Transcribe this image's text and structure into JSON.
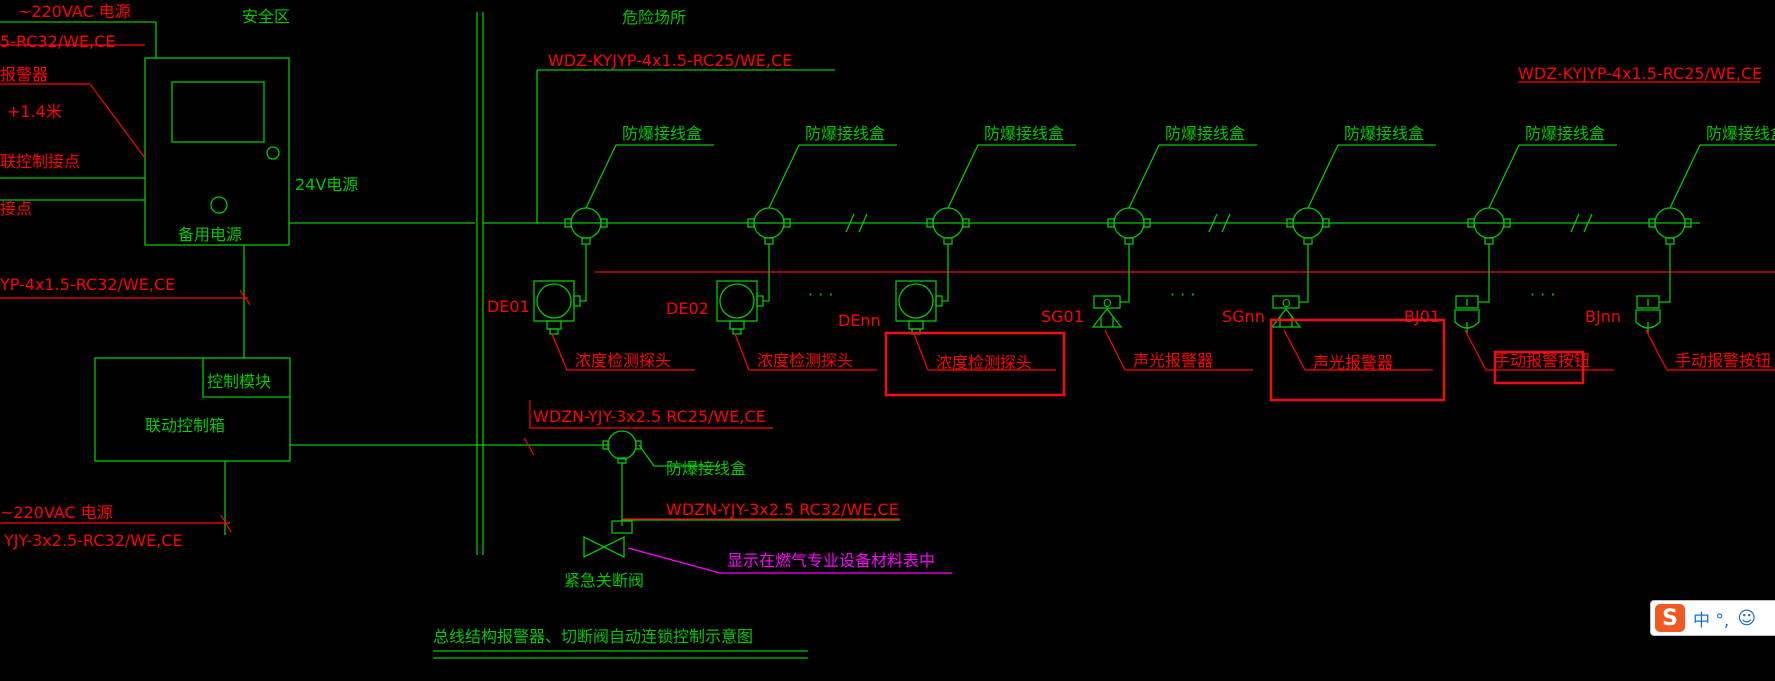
{
  "colors": {
    "line": "#00c800",
    "red": "#ff0000",
    "magenta": "#ff00ff",
    "highlight": "#e81010",
    "ime_orange": "#f05a22"
  },
  "left": {
    "power_ac": "~220VAC 电源",
    "cable1": "5-RC32/WE,CE",
    "alarm": "报警器",
    "height": "+1.4米",
    "control_point": "联控制接点",
    "point": "接点",
    "cable2": "YP-4x1.5-RC32/WE,CE",
    "power_ac2": "~220VAC 电源",
    "cable3": "YJY-3x2.5-RC32/WE,CE"
  },
  "panel": {
    "zone": "安全区",
    "backup_power": "备用电源",
    "dc24": "24V电源",
    "module": "控制模块",
    "linkage_box": "联动控制箱"
  },
  "hazard_zone": "危险场所",
  "trunk_cable": "WDZ-KYJYP-4x1.5-RC25/WE,CE",
  "trunk_cable_right": "WDZ-KYJYP-4x1.5-RC25/WE,CE",
  "jbox_label": "防爆接线盒",
  "ellipsis": "· · ·",
  "devices": [
    {
      "tag": "DE01",
      "name": "浓度检测探头",
      "highlight": false
    },
    {
      "tag": "DE02",
      "name": "浓度检测探头",
      "highlight": false
    },
    {
      "tag": "DEnn",
      "name": "浓度检测探头",
      "highlight": true
    },
    {
      "tag": "SG01",
      "name": "声光报警器",
      "highlight": false
    },
    {
      "tag": "SGnn",
      "name": "声光报警器",
      "highlight": true
    },
    {
      "tag": "BJ01",
      "name": "手动报警按钮",
      "highlight": true
    },
    {
      "tag": "BJnn",
      "name": "手动报警按钮",
      "highlight": false
    }
  ],
  "valve": {
    "cable1": "WDZN-YJY-3x2.5 RC25/WE,CE",
    "jbox": "防爆接线盒",
    "cable2": "WDZN-YJY-3x2.5 RC32/WE,CE",
    "name": "紧急关断阀",
    "note": "显示在燃气专业设备材料表中"
  },
  "title": "总线结构报警器、切断阀自动连锁控制示意图",
  "ime": {
    "logo": "S",
    "text": "中 °,",
    "face": "☺"
  }
}
